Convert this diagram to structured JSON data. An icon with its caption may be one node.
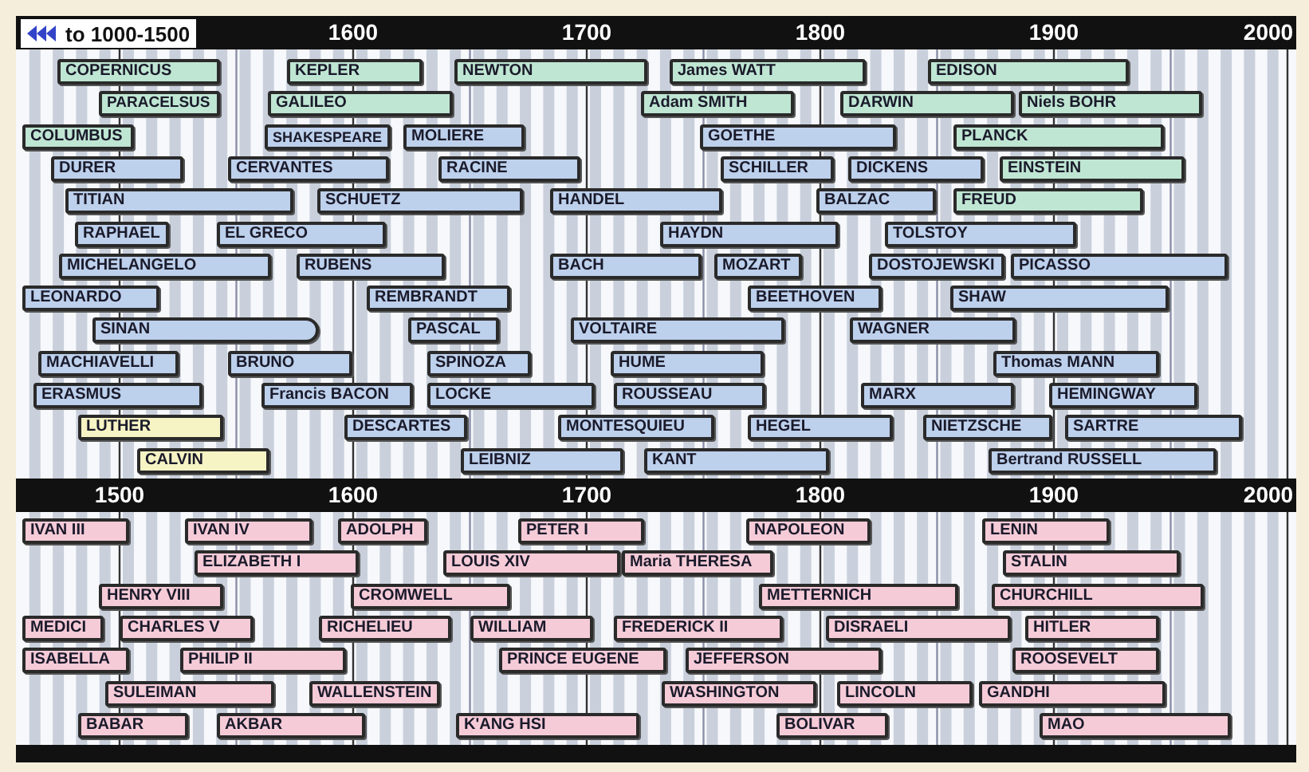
{
  "diagram": {
    "nodes": [
      {
        "text": [
          "COPERNICUS"
        ]
      },
      {
        "text": [
          "KEPLER"
        ]
      },
      {
        "text": [
          "NEWTON"
        ]
      },
      {
        "text": [
          "James WATT"
        ]
      },
      {
        "text": [
          "EDISON"
        ]
      },
      {
        "text": [
          "PARACELSUS"
        ]
      },
      {
        "text": [
          "GALILEO"
        ]
      },
      {
        "text": [
          "Adam SMITH"
        ]
      },
      {
        "text": [
          "DARWIN"
        ]
      },
      {
        "text": [
          "Niels BOHR"
        ]
      },
      {
        "text": [
          "COLUMBUS"
        ]
      },
      {
        "text": [
          "SHAKESPEARE"
        ]
      },
      {
        "text": [
          "MOLIERE"
        ]
      },
      {
        "text": [
          "GOETHE"
        ]
      },
      {
        "text": [
          "PLANCK"
        ]
      },
      {
        "text": [
          "DURER"
        ]
      },
      {
        "text": [
          "CERVANTES"
        ]
      },
      {
        "text": [
          "RACINE"
        ]
      },
      {
        "text": [
          "SCHILLER"
        ]
      },
      {
        "text": [
          "DICKENS"
        ]
      },
      {
        "text": [
          "EINSTEIN"
        ]
      },
      {
        "text": [
          "TITIAN"
        ]
      },
      {
        "text": [
          "SCHUETZ"
        ]
      },
      {
        "text": [
          "HANDEL"
        ]
      },
      {
        "text": [
          "BALZAC"
        ]
      },
      {
        "text": [
          "FREUD"
        ]
      },
      {
        "text": [
          "RAPHAEL"
        ]
      },
      {
        "text": [
          "EL GRECO"
        ]
      },
      {
        "text": [
          "HAYDN"
        ]
      },
      {
        "text": [
          "TOLSTOY"
        ]
      },
      {
        "text": [
          "MICHELANGELO"
        ]
      },
      {
        "text": [
          "RUBENS"
        ]
      },
      {
        "text": [
          "BACH"
        ]
      },
      {
        "text": [
          "MOZART"
        ]
      },
      {
        "text": [
          "DOSTOJEWSKI"
        ]
      },
      {
        "text": [
          "PICASSO"
        ]
      },
      {
        "text": [
          "LEONARDO"
        ]
      },
      {
        "text": [
          "REMBRANDT"
        ]
      },
      {
        "text": [
          "BEETHOVEN"
        ]
      },
      {
        "text": [
          "SHAW"
        ]
      },
      {
        "text": [
          "SINAN"
        ]
      },
      {
        "text": [
          "PASCAL"
        ]
      },
      {
        "text": [
          "VOLTAIRE"
        ]
      },
      {
        "text": [
          "WAGNER"
        ]
      },
      {
        "text": [
          "MACHIAVELLI"
        ]
      },
      {
        "text": [
          "BRUNO"
        ]
      },
      {
        "text": [
          "SPINOZA"
        ]
      },
      {
        "text": [
          "HUME"
        ]
      },
      {
        "text": [
          "Thomas MANN"
        ]
      },
      {
        "text": [
          "ERASMUS"
        ]
      },
      {
        "text": [
          "Francis BACON"
        ]
      },
      {
        "text": [
          "LOCKE"
        ]
      },
      {
        "text": [
          "ROUSSEAU"
        ]
      },
      {
        "text": [
          "MARX"
        ]
      },
      {
        "text": [
          "HEMINGWAY"
        ]
      },
      {
        "text": [
          "LUTHER"
        ]
      },
      {
        "text": [
          "DESCARTES"
        ]
      },
      {
        "text": [
          "MONTESQUIEU"
        ]
      },
      {
        "text": [
          "HEGEL"
        ]
      },
      {
        "text": [
          "NIETZSCHE"
        ]
      },
      {
        "text": [
          "SARTRE"
        ]
      },
      {
        "text": [
          "CALVIN"
        ]
      },
      {
        "text": [
          "LEIBNIZ"
        ]
      },
      {
        "text": [
          "KANT"
        ]
      },
      {
        "text": [
          "Bertrand RUSSELL"
        ]
      },
      {
        "text": [
          "IVAN III"
        ]
      },
      {
        "text": [
          "IVAN IV"
        ]
      },
      {
        "text": [
          "ADOLPH"
        ]
      },
      {
        "text": [
          "PETER I"
        ]
      },
      {
        "text": [
          "NAPOLEON"
        ]
      },
      {
        "text": [
          "LENIN"
        ]
      },
      {
        "text": [
          "ELIZABETH I"
        ]
      },
      {
        "text": [
          "LOUIS XIV"
        ]
      },
      {
        "text": [
          "Maria THERESA"
        ]
      },
      {
        "text": [
          "STALIN"
        ]
      },
      {
        "text": [
          "HENRY VIII"
        ]
      },
      {
        "text": [
          "CROMWELL"
        ]
      },
      {
        "text": [
          "METTERNICH"
        ]
      },
      {
        "text": [
          "CHURCHILL"
        ]
      },
      {
        "text": [
          "MEDICI"
        ]
      },
      {
        "text": [
          "CHARLES V"
        ]
      },
      {
        "text": [
          "RICHELIEU"
        ]
      },
      {
        "text": [
          "WILLIAM"
        ]
      },
      {
        "text": [
          "FREDERICK II"
        ]
      },
      {
        "text": [
          "DISRAELI"
        ]
      },
      {
        "text": [
          "HITLER"
        ]
      },
      {
        "text": [
          "ISABELLA"
        ]
      },
      {
        "text": [
          "PHILIP II"
        ]
      },
      {
        "text": [
          "PRINCE EUGENE"
        ]
      },
      {
        "text": [
          "JEFFERSON"
        ]
      },
      {
        "text": [
          "ROOSEVELT"
        ]
      },
      {
        "text": [
          "SULEIMAN"
        ]
      },
      {
        "text": [
          "WALLENSTEIN"
        ]
      },
      {
        "text": [
          "WASHINGTON"
        ]
      },
      {
        "text": [
          "LINCOLN"
        ]
      },
      {
        "text": [
          "GANDHI"
        ]
      },
      {
        "text": [
          "BABAR"
        ]
      },
      {
        "text": [
          "AKBAR"
        ]
      },
      {
        "text": [
          "K'ANG HSI"
        ]
      },
      {
        "text": [
          "BOLIVAR"
        ]
      },
      {
        "text": [
          "MAO"
        ]
      }
    ],
    "labels": [
      "to 1000-1500",
      "1600",
      "1700",
      "1800",
      "1900",
      "2000",
      "1500",
      "1600",
      "1700",
      "1800",
      "1900",
      "2000"
    ]
  }
}
